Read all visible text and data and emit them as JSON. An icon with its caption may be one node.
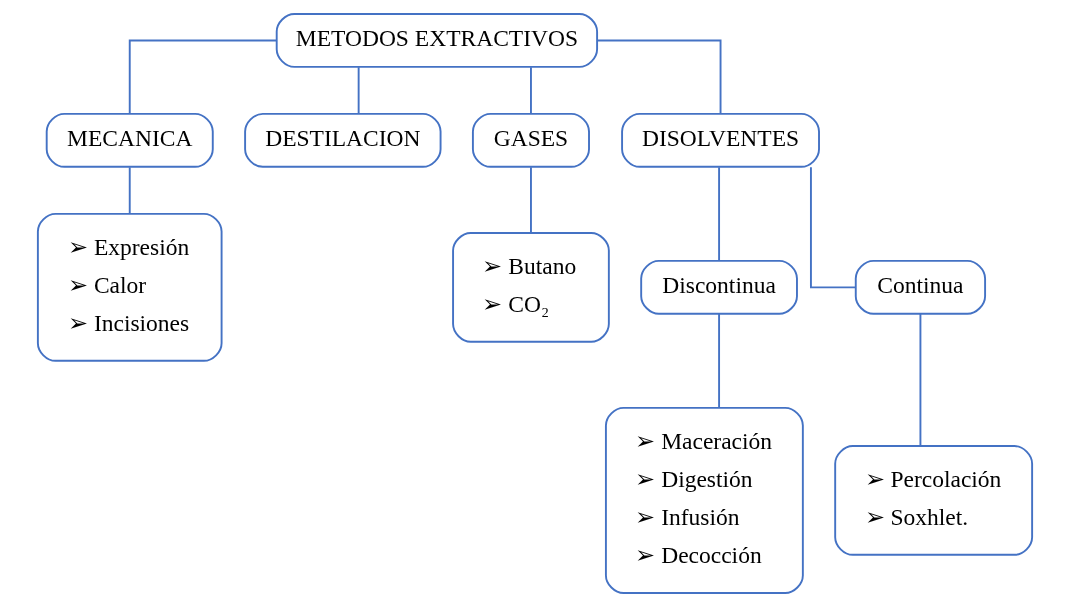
{
  "diagram": {
    "nodes": [
      {
        "text": [
          "METODOS EXTRACTIVOS"
        ]
      },
      {
        "text": [
          "MECANICA"
        ]
      },
      {
        "text": [
          "DESTILACION"
        ]
      },
      {
        "text": [
          "GASES"
        ]
      },
      {
        "text": [
          "DISOLVENTES"
        ]
      },
      {
        "text": [
          "➢ Expresión",
          "➢ Calor",
          "➢ Incisiones"
        ]
      },
      {
        "text": [
          "➢ Butano",
          "➢ CO₂"
        ]
      },
      {
        "text": [
          "Discontinua"
        ]
      },
      {
        "text": [
          "Continua"
        ]
      },
      {
        "text": [
          "➢ Maceración",
          "➢ Digestión",
          "➢ Infusión",
          "➢ Decocción"
        ]
      },
      {
        "text": [
          "➢ Percolación",
          "➢ Soxhlet."
        ]
      }
    ],
    "edges": [
      {
        "from": 0,
        "to": 1,
        "arrow": "none"
      },
      {
        "from": 0,
        "to": 2,
        "arrow": "none"
      },
      {
        "from": 0,
        "to": 3,
        "arrow": "none"
      },
      {
        "from": 0,
        "to": 4,
        "arrow": "none"
      },
      {
        "from": 1,
        "to": 5,
        "arrow": "none"
      },
      {
        "from": 3,
        "to": 6,
        "arrow": "none"
      },
      {
        "from": 4,
        "to": 7,
        "arrow": "none"
      },
      {
        "from": 4,
        "to": 8,
        "arrow": "none"
      },
      {
        "from": 7,
        "to": 9,
        "arrow": "none"
      },
      {
        "from": 8,
        "to": 10,
        "arrow": "none"
      }
    ]
  }
}
